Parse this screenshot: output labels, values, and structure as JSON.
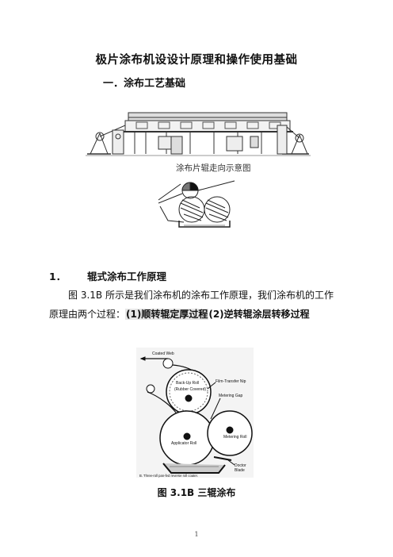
{
  "document": {
    "title": "极片涂布机设设计原理和操作使用基础",
    "section_heading": "一．涂布工艺基础",
    "figure1_label": "涂布片辊走向示意图",
    "heading1": {
      "number": "1．",
      "text": "辊式涂布工作原理"
    },
    "paragraph": {
      "line1": "图 3.1B 所示是我们涂布机的涂布工作原理，我们涂布机的工作",
      "line2_prefix": "原理由两个过程：",
      "highlight1": "(1)顺转辊定厚过程",
      "line2_mid": "(2)逆转辊涂层转移过程"
    },
    "figure2": {
      "labels": {
        "coated_web": "Coated Web",
        "backup_roll": "Back-Up Roll",
        "rubber_covered": "(Rubber Covered)",
        "film_transfer_nip": "Film-Transfer Nip",
        "metering_gap": "Metering Gap",
        "metering_roll": "Metering Roll",
        "applicator_roll": "Applicator Roll",
        "doctor_blade_1": "Doctor",
        "doctor_blade_2": "Blade",
        "footnote": "B.  Three-roll pan-fed reverse roll coater."
      }
    },
    "caption": "图 3.1B 三辊涂布",
    "page_number": "1"
  },
  "colors": {
    "text": "#111111",
    "highlight": "#e6e6e6"
  }
}
